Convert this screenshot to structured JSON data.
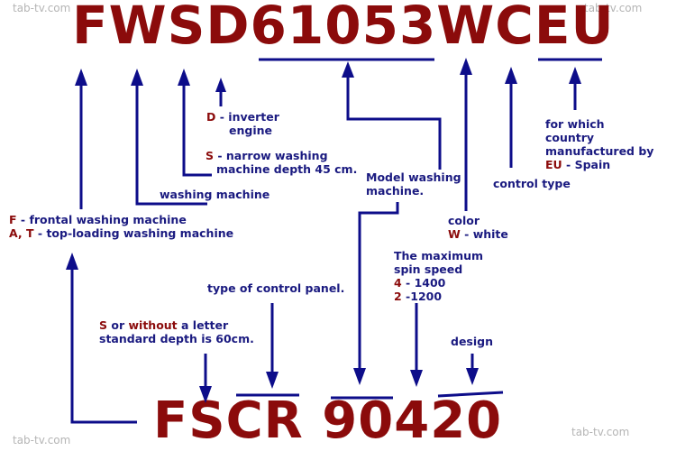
{
  "watermark": "tab-tv.com",
  "top_model": "FWSD61053WCEU",
  "bottom_model": "FSCR 90420",
  "labels": {
    "inverter": {
      "code": "D",
      "text1": " - inverter",
      "text2": "engine"
    },
    "narrow": {
      "code": "S",
      "text1": " - narrow washing",
      "text2": "machine depth 45 cm."
    },
    "washing_machine": "washing machine",
    "frontal": {
      "code": "F",
      "text": " - frontal washing machine"
    },
    "top_loading": {
      "code": "A, T",
      "text": " - top-loading washing machine"
    },
    "model": {
      "line1": "Model washing",
      "line2": "machine."
    },
    "color": {
      "line1": "color",
      "code": "W",
      "text": " - white"
    },
    "control_type": "control type",
    "country": {
      "line1": "for which",
      "line2": "country",
      "line3": "manufactured by",
      "code": "EU",
      "text": " - Spain"
    },
    "control_panel": "type of control panel.",
    "depth": {
      "code1": "S",
      "mid": " or ",
      "code2": "without",
      "tail": " a letter",
      "line2": "standard depth is 60cm."
    },
    "spin": {
      "line1": "The maximum",
      "line2": "spin speed",
      "v1_code": "4",
      "v1_text": " - 1400",
      "v2_code": "2",
      "v2_text": " -1200"
    },
    "design": "design"
  },
  "colors": {
    "code": "#8b0b0b",
    "text": "#1a1a80",
    "lines": "#0d0d8a",
    "watermark": "#b5b5b5"
  }
}
